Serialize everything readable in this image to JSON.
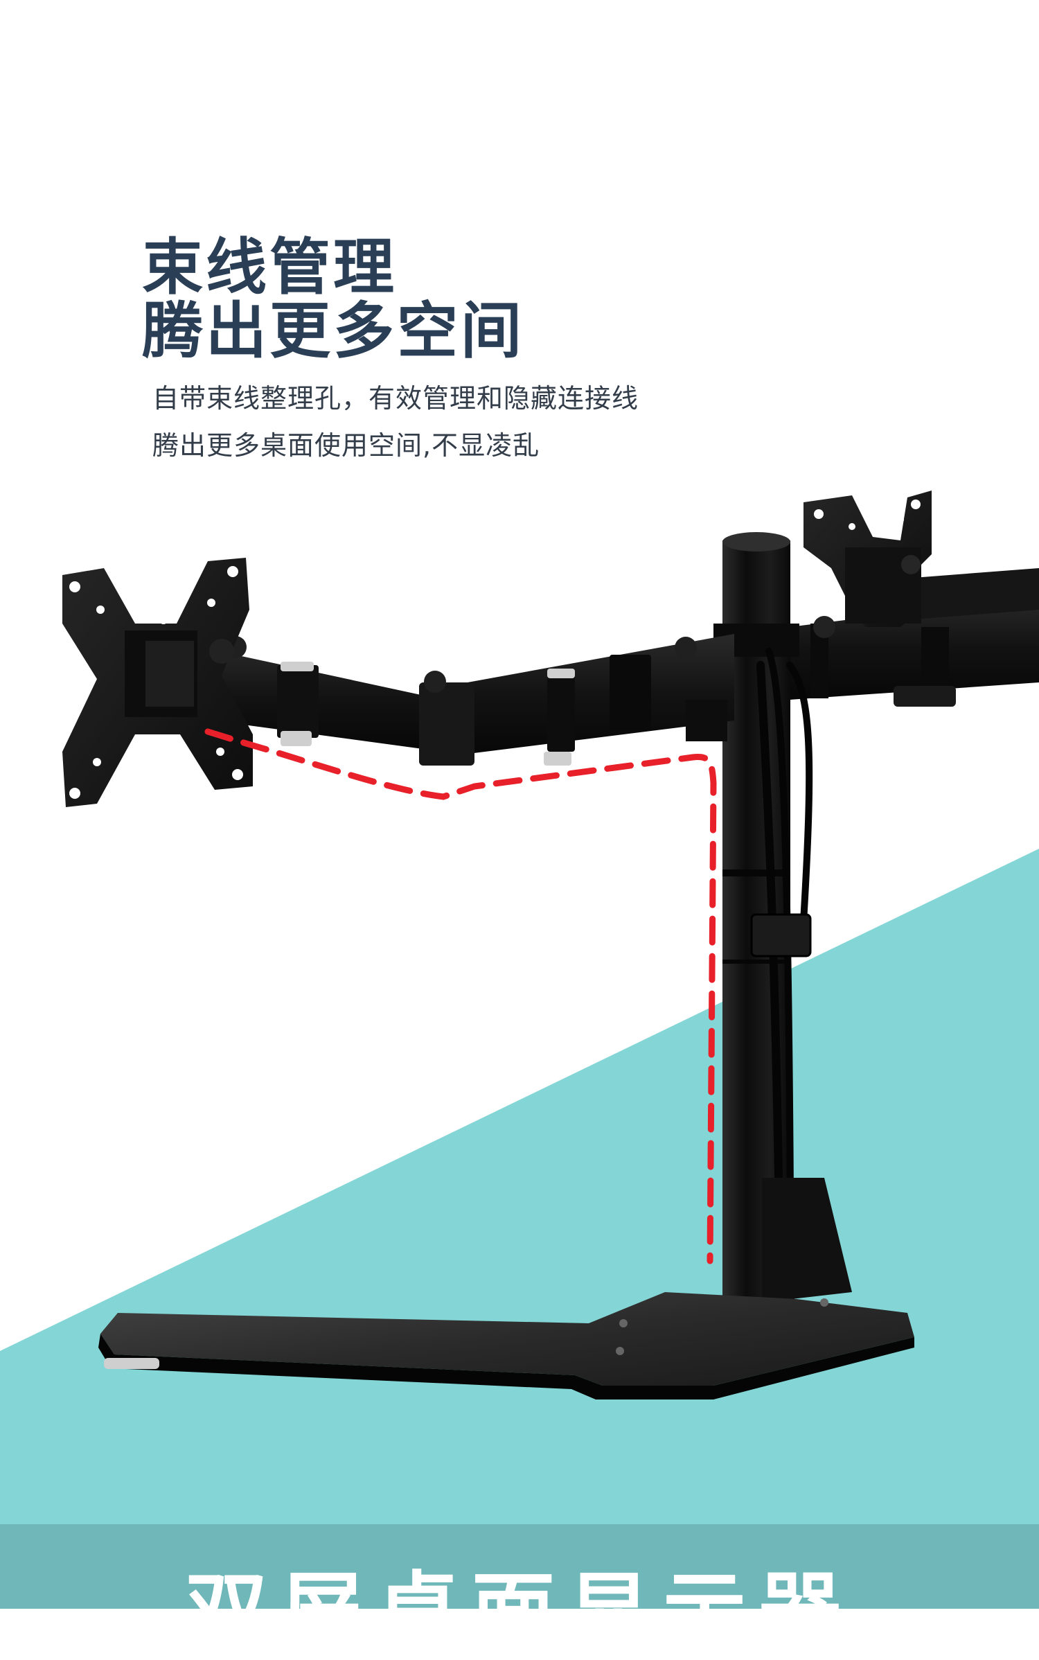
{
  "headline": {
    "line1": "束线管理",
    "line2": "腾出更多空间"
  },
  "description": {
    "line1": "自带束线整理孔，有效管理和隐藏连接线",
    "line2": "腾出更多桌面使用空间,不显凌乱"
  },
  "banner": {
    "title": "双屏桌面显示器"
  },
  "colors": {
    "headline": "#2a3e55",
    "body_text": "#333d4a",
    "background": "#ffffff",
    "teal_background": "#84d5d6",
    "banner": "#6fb7b8",
    "stand_black": "#161616",
    "cable_route_dash": "#e8202a"
  },
  "product": {
    "name": "dual-monitor-desk-stand",
    "parts": [
      "vesa-mount-plate-left",
      "vesa-mount-plate-right",
      "support-arm-left",
      "support-arm-right",
      "center-pole",
      "cable-clip",
      "base-plate",
      "cable-route-line"
    ]
  }
}
